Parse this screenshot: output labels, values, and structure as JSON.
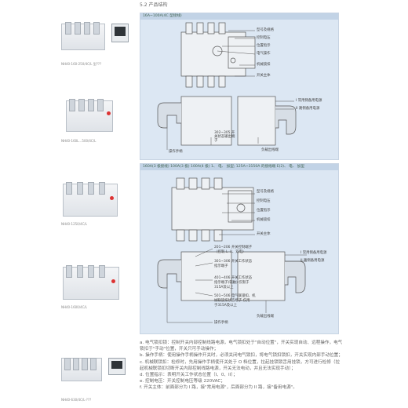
{
  "section_title": "5.2 产品结构",
  "products": [
    {
      "caption": "NH40-160-250/4C/L 型???"
    },
    {
      "caption": "NH40-160L…500/4C/L"
    },
    {
      "caption": "NH40-1250/4C/L"
    },
    {
      "caption": "NH40-1600/4C/L"
    },
    {
      "caption": "NH40-630/4C/L-???"
    }
  ],
  "panel1": {
    "header": "16A~100A(4C 型接线)",
    "labels": {
      "model_nameplate": "型号及规格",
      "control_power": "控制电压",
      "position_indicator": "位置指示",
      "electric_operation": "电气操作",
      "mechanical_lock": "机械锁扣",
      "switch_body": "开关主体",
      "normal_power": "I 常用侧备用电源",
      "backup_power": "II 路侧备用电源",
      "terminal_note": "302~305 开关状态输出端子",
      "handle": "操作手柄",
      "load_power": "负载出线端"
    }
  },
  "panel2": {
    "header": "160A(3 极接线) 100A(3 极) 100A(4 极) 1、 电、 加型; 125A~3150A 的接线端 E(2)、 电、 加型",
    "labels": {
      "model_nameplate": "型号及规格",
      "control_power": "控制电压",
      "position_indicator": "位置指示",
      "mechanical_lock": "机械锁扣",
      "switch_body": "开关主体",
      "normal_power": "I 常用侧备用电源",
      "backup_power": "II 路侧备用电源",
      "load_power": "负载出线端",
      "t1": "201~206 开关控制端子",
      "t1b": "（控制 I、II、双电）",
      "t2": "301~306 开关工作状态",
      "t2b": "指示端子",
      "t3": "401~406 开关工作状态",
      "t3b": "指示端子(辅触)-仅限于",
      "t3c": "315A及以上",
      "t4": "501~506 电气联锁扣、机",
      "t4b": "械联锁扣状态端子-仅用",
      "t4c": "于315A及以上",
      "handle": "操作手柄"
    }
  },
  "notes": [
    "a. 电气锁扣锁：控制开关内部控制线路电源，电气锁扣处于\"自动位置\"，开关实现自动、远程操作，电气",
    "   锁扣于\"手动\"位置，开关只可手动操作；",
    "b. 操作手柄：使用操作手柄操作开关时，必须关闭电气锁扣，将电气锁扣锁扣，开关实现内部手动位置；",
    "c. 机械联锁扣：检修时，先用操作手柄使开关处于 O 档位置，拉起挂锁锁舌用挂锁，方可进行检修（拉",
    "   起机械联锁扣切断开关内部控制线路电源，开关无法电动，并且无法实现手动）；",
    "d. 位置指示：表明开关工作状态位置（I、0、II）；",
    "e. 控制电压：开关控制电压等级 220VAC；",
    "f. 开关主体：前面部分为 I 路，接\"常用电源\"，后面部分为 II 路，接\"备用电源\"。"
  ]
}
